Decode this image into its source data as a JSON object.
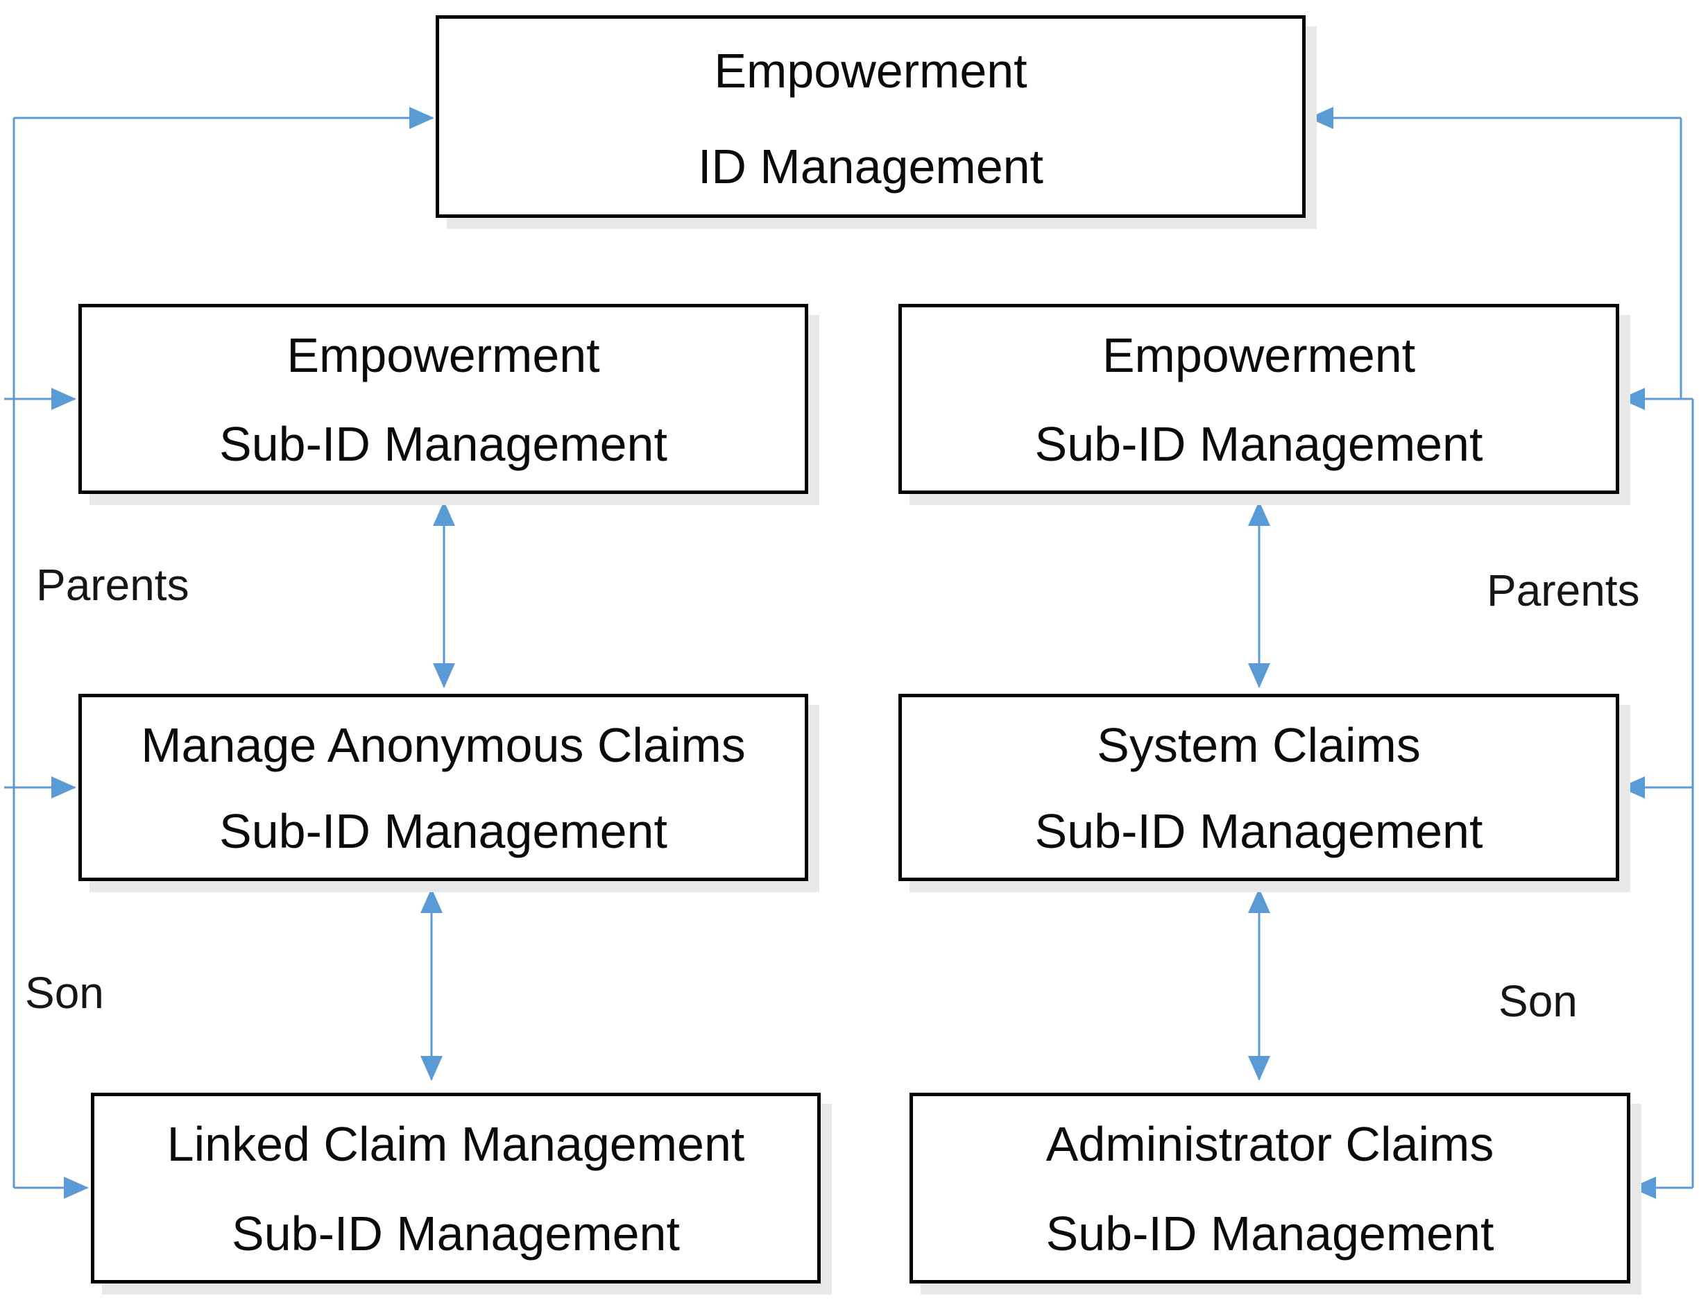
{
  "diagram": {
    "title_node": {
      "line1": "Empowerment",
      "line2": "ID Management"
    },
    "boxes": {
      "root": {
        "line1": "Empowerment",
        "line2": "ID Management"
      },
      "left1": {
        "line1": "Empowerment",
        "line2": "Sub-ID Management"
      },
      "left2": {
        "line1": "Manage Anonymous Claims",
        "line2": "Sub-ID Management"
      },
      "left3": {
        "line1": "Linked Claim Management",
        "line2": "Sub-ID Management"
      },
      "right1": {
        "line1": "Empowerment",
        "line2": "Sub-ID Management"
      },
      "right2": {
        "line1": "System Claims",
        "line2": "Sub-ID Management"
      },
      "right3": {
        "line1": "Administrator Claims",
        "line2": "Sub-ID Management"
      }
    },
    "labels": {
      "parents_left": "Parents",
      "parents_right": "Parents",
      "son_left": "Son",
      "son_right": "Son"
    },
    "colors": {
      "connector": "#5b9bd5",
      "box_border": "#000000",
      "box_fill": "#ffffff",
      "shadow": "#e8e8e8",
      "text": "#0a0a0a",
      "label_text": "#161616"
    }
  }
}
